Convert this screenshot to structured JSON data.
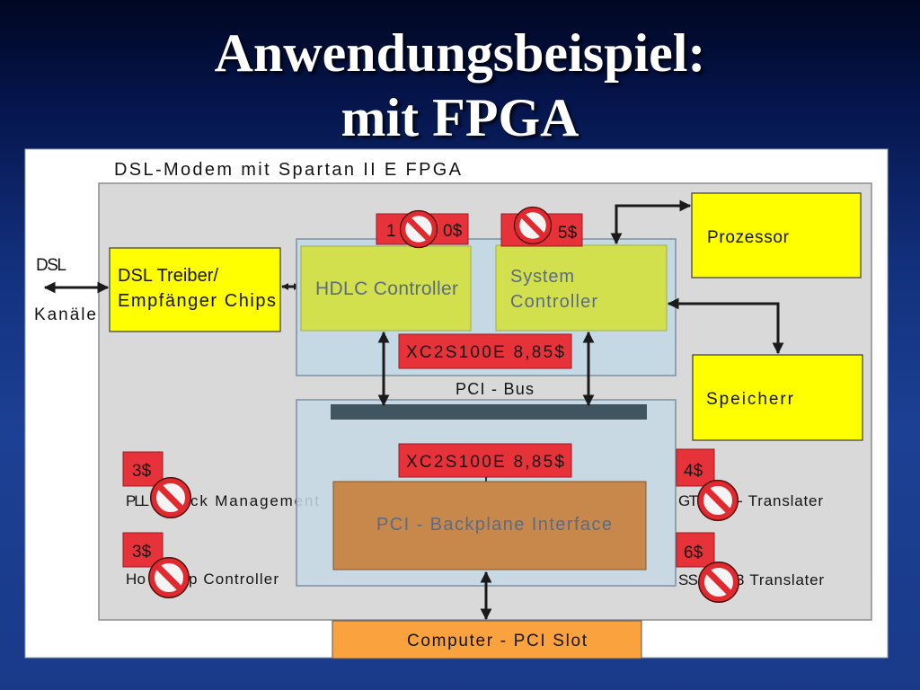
{
  "slide": {
    "title_line1": "Anwendungsbeispiel:",
    "title_line2": "mit FPGA"
  },
  "diagram": {
    "caption": "DSL-Modem mit Spartan II E FPGA",
    "dsl_label": "DSL",
    "channels_label": "Kanäle",
    "dsl_driver": {
      "line1": "DSL Treiber/",
      "line2": "Empfänger Chips"
    },
    "hdlc_controller": {
      "label": "HDLC Controller",
      "price_left": "1",
      "price_right": "0$"
    },
    "system_controller": {
      "line1": "System",
      "line2": "Controller",
      "price_right": "5$"
    },
    "fpga_top": "XC2S100E 8,85$",
    "pci_bus": "PCI - Bus",
    "fpga_bottom": "XC2S100E 8,85$",
    "backplane_interface": "PCI - Backplane Interface",
    "computer_slot": "Computer - PCI Slot",
    "processor": "Prozessor",
    "memory": "Speicherr",
    "pll": {
      "price": "3$",
      "label_left": "PLL",
      "label_right": "ck Management"
    },
    "hot_swap": {
      "price": "3$",
      "label_left": "Ho",
      "label_right": "p Controller"
    },
    "gtl": {
      "price": "4$",
      "label_left": "GT",
      "label_right": "- Translater"
    },
    "sstl": {
      "price": "6$",
      "label_left": "SS",
      "label_right": "3 Translater"
    },
    "crossed_out_icon": "no-entry-icon"
  },
  "colors": {
    "title_text": "#ffffff",
    "panel": "#ffffff",
    "board": "#d9d9d9",
    "fpga_block": "#c5d9e5",
    "controller_block": "#d3e04e",
    "chip_block": "#ffff00",
    "price_tag": "#e8323a",
    "backplane_block": "#c8884c",
    "pci_slot": "#f9a23e",
    "bus_bar": "#3f5661",
    "no_entry": "#e12a30"
  }
}
